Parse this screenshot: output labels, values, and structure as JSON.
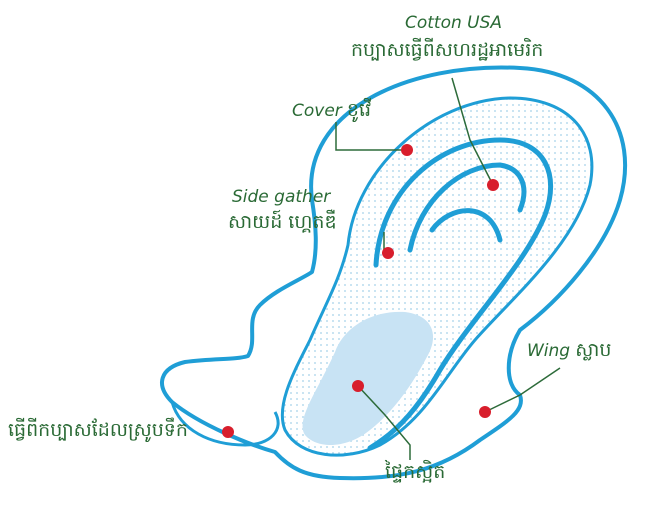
{
  "colors": {
    "outline": "#1f9ed6",
    "quilting": "#b9dcef",
    "core": "#c8e3f4",
    "dot": "#d81e2c",
    "leader": "#2d6b3a",
    "text": "#2a6a35"
  },
  "labels": {
    "cotton": {
      "en": "Cotton USA",
      "km": "កប្បាសធ្វើពីសហរដ្ឋអាមេរិក"
    },
    "cover": {
      "en": "Cover",
      "km": "ខូវើ"
    },
    "side_gather": {
      "en": "Side gather",
      "km": "សាយដ៍ ហ្គេតឌឺ"
    },
    "wing": {
      "en": "Wing",
      "km": "ស្លាប"
    },
    "bottom_left": {
      "km": "ធ្វើពីកប្បាសដែលស្រូបទឹក"
    },
    "core": {
      "km": "ផ្ទៃកស្អិត"
    }
  }
}
